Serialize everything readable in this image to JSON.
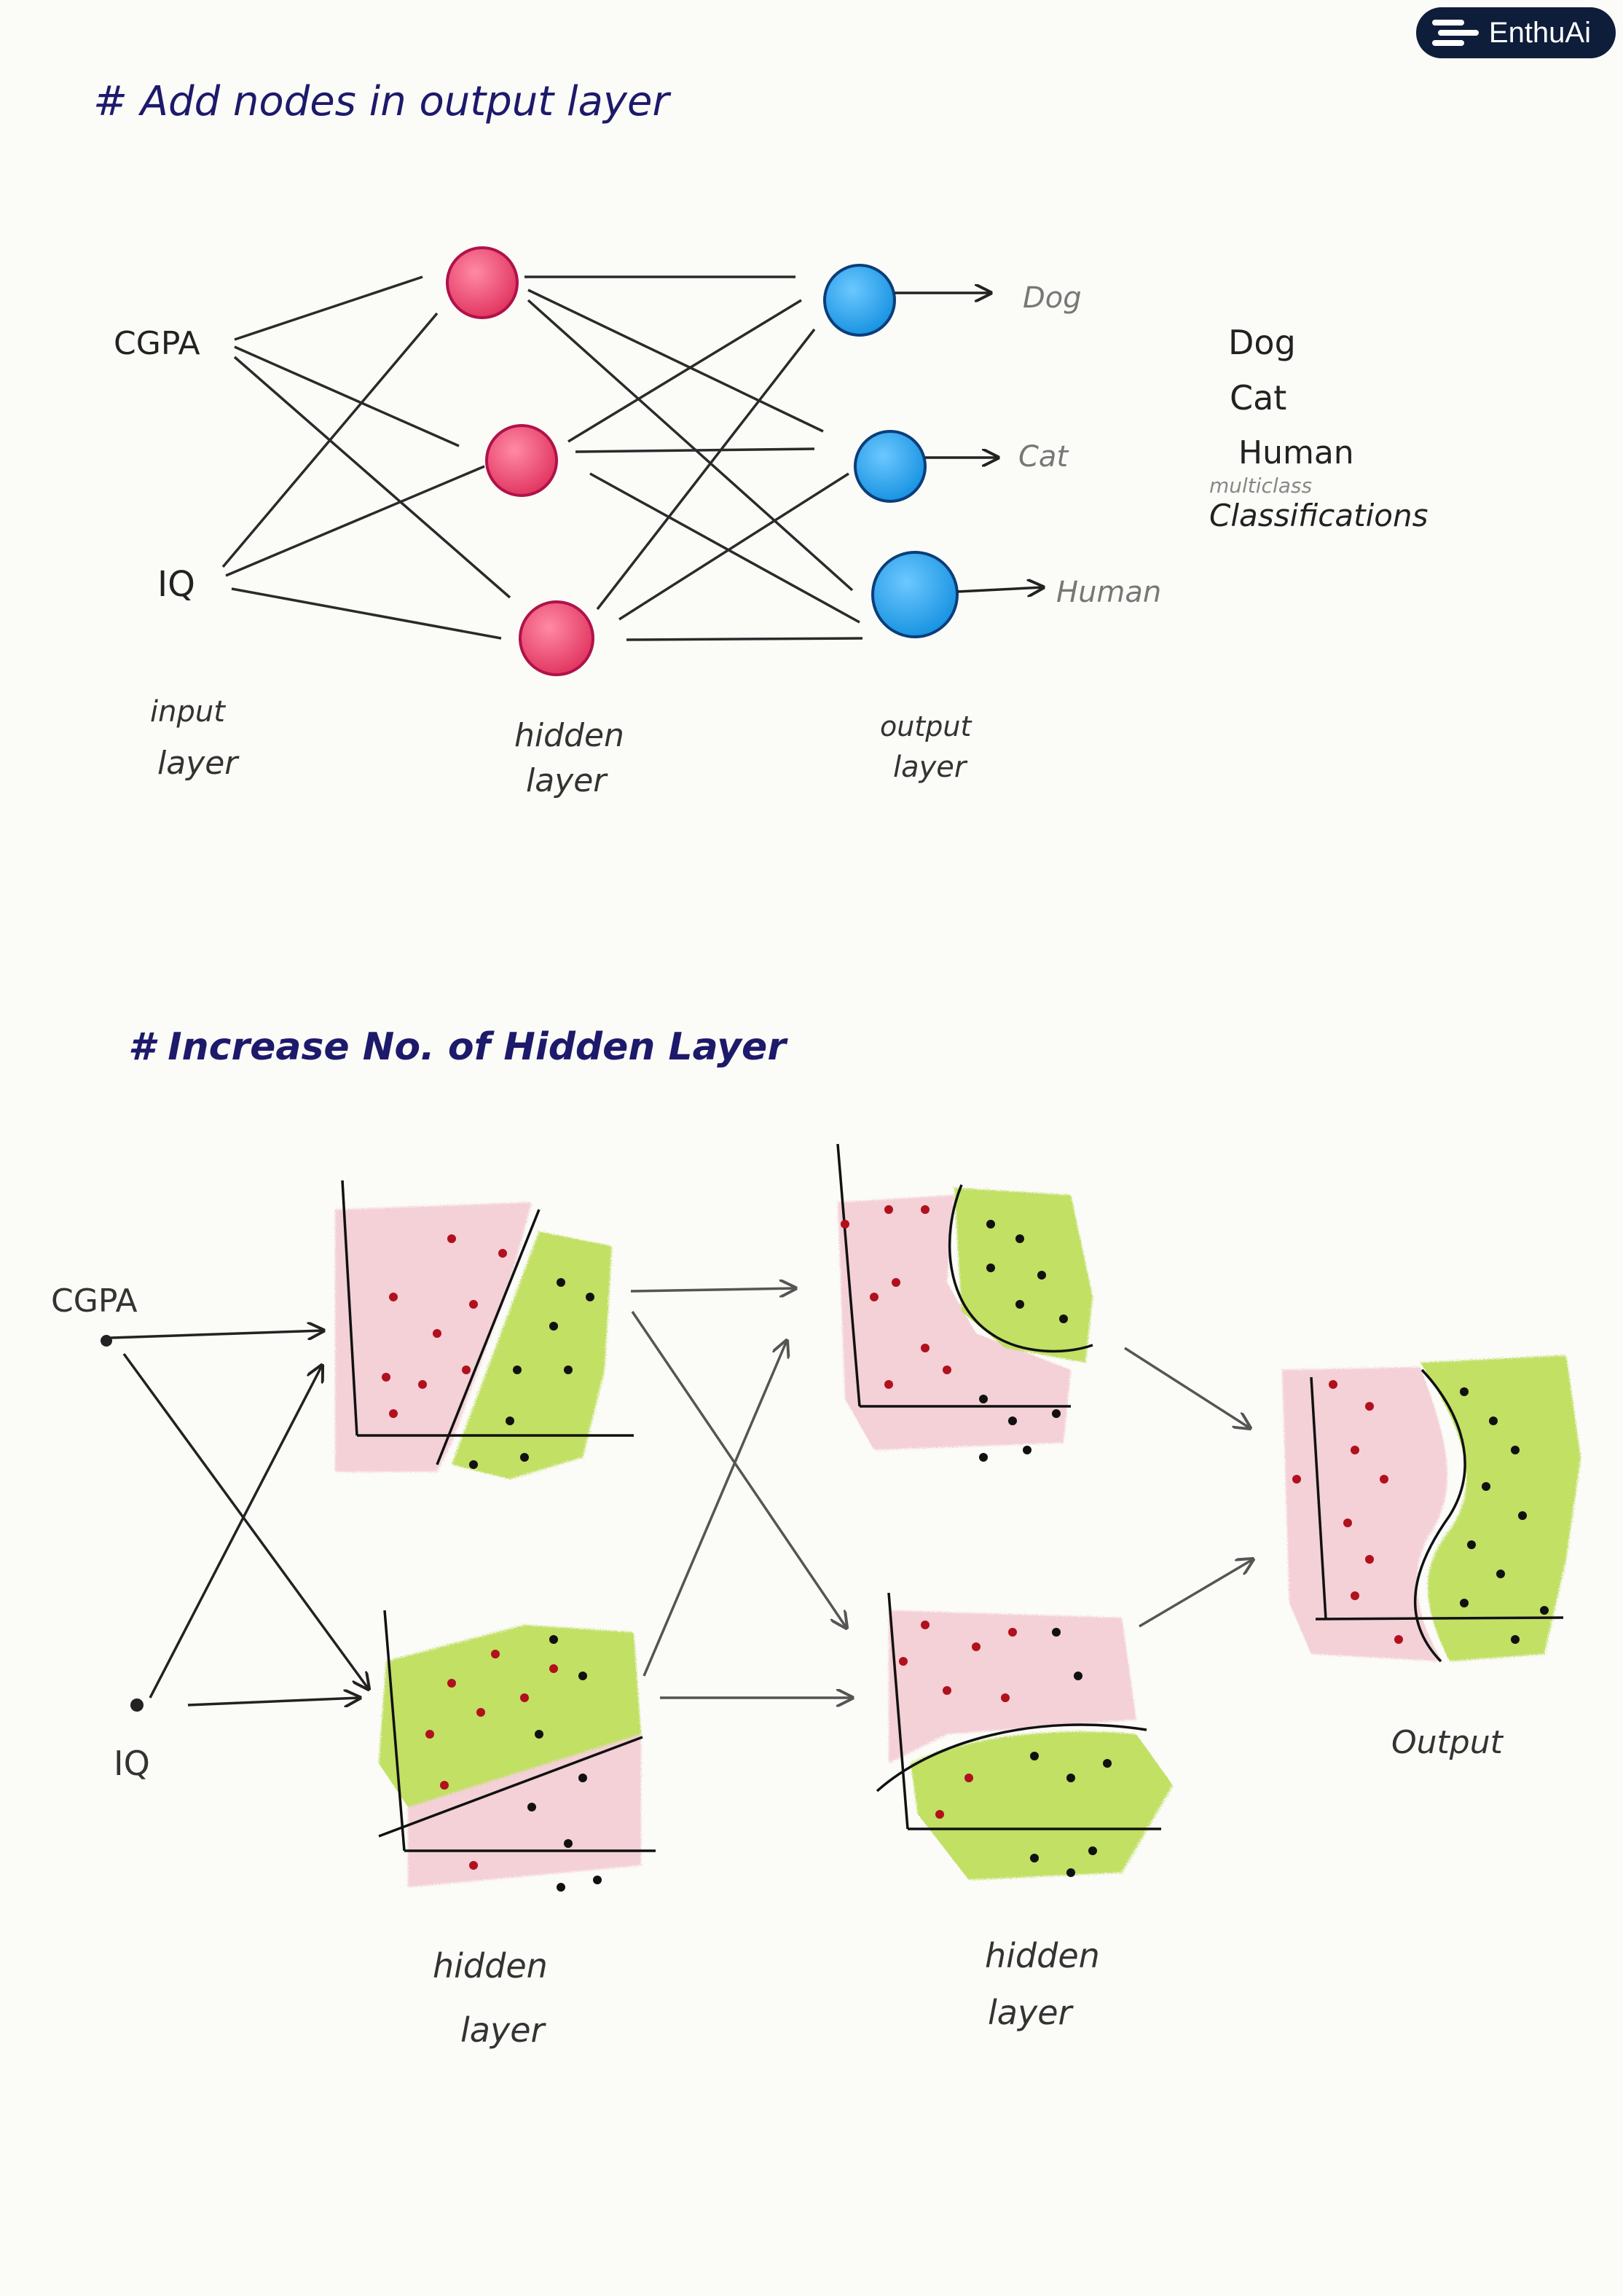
{
  "brand": {
    "name": "EnthuAi"
  },
  "section1": {
    "heading": "# Add nodes in output layer",
    "inputs": [
      "CGPA",
      "IQ"
    ],
    "layer_labels": {
      "input": [
        "input",
        "layer"
      ],
      "hidden": [
        "hidden",
        "layer"
      ],
      "output": [
        "output",
        "layer"
      ]
    },
    "output_arrow_labels": [
      "Dog",
      "Cat",
      "Human"
    ],
    "side_note": {
      "items": [
        "Dog",
        "Cat",
        "Human"
      ],
      "small": "multiclass",
      "title": "Classifications"
    },
    "colors": {
      "hidden_node": "#e8466b",
      "output_node": "#2aa0e8"
    }
  },
  "section2": {
    "heading": "# Increase No. of Hidden Layer",
    "inputs": [
      "CGPA",
      "IQ"
    ],
    "hidden1_label": [
      "hidden",
      "layer"
    ],
    "hidden2_label": [
      "hidden",
      "layer"
    ],
    "output_label": "Output",
    "colors": {
      "pink_region": "#f3c9d2",
      "green_region": "#b7dc4c",
      "red_dot": "#b0111c",
      "black_dot": "#111111"
    }
  }
}
